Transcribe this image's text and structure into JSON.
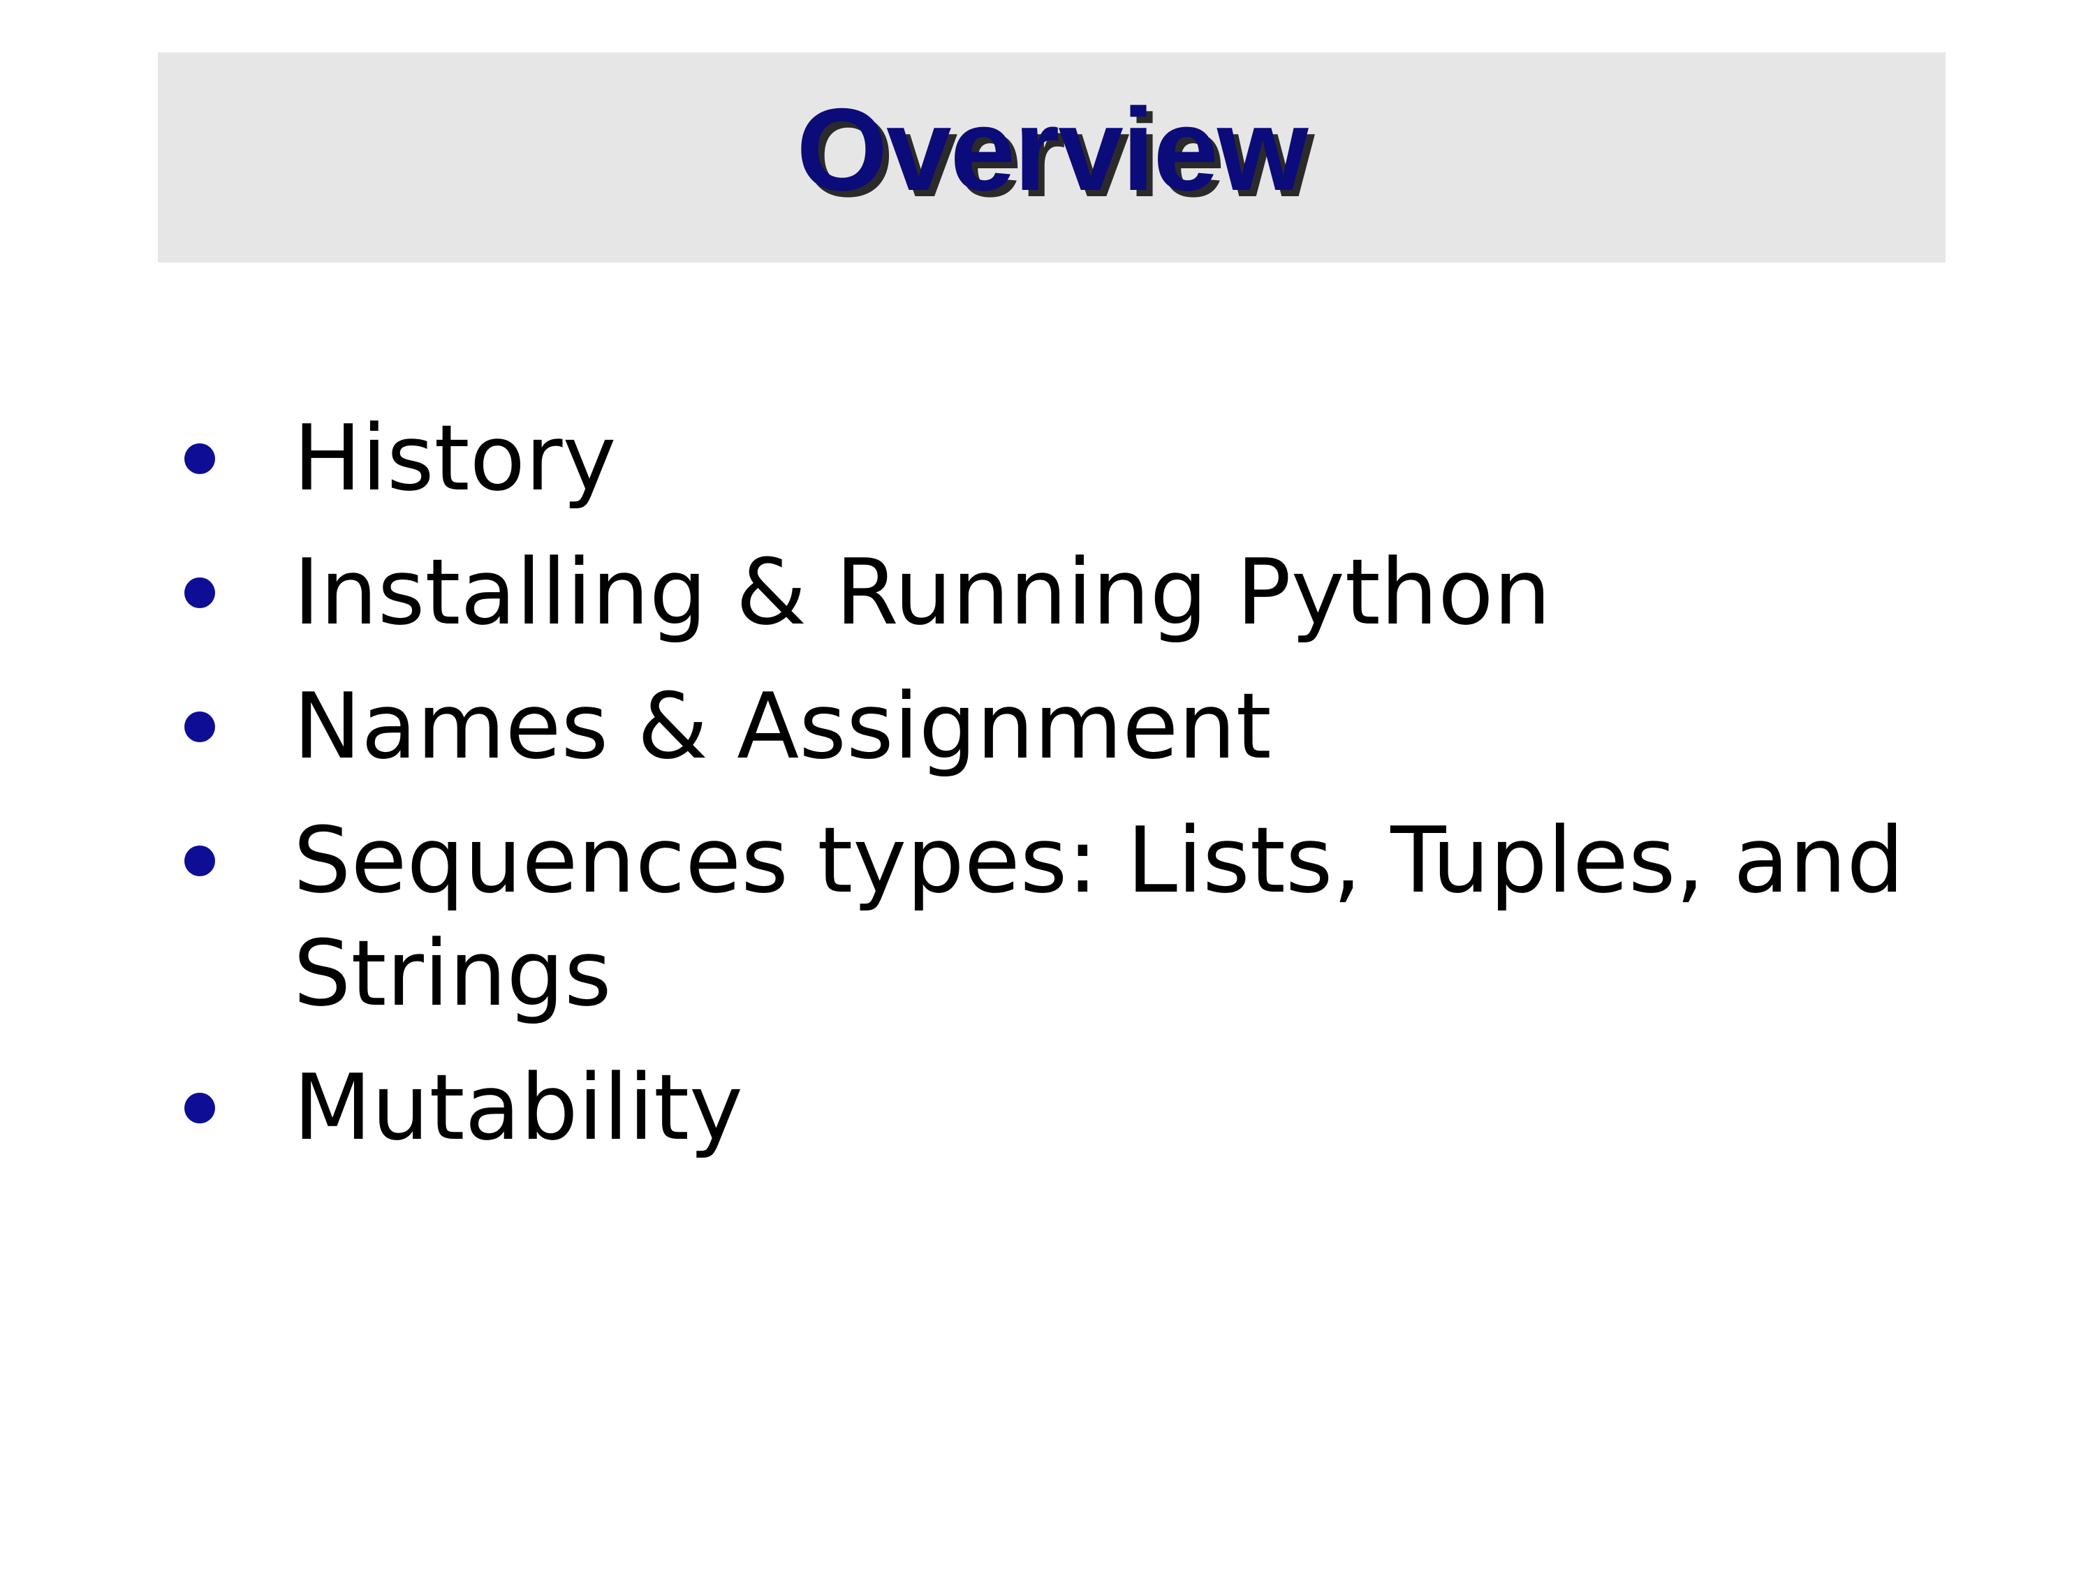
{
  "slide": {
    "title": "Overview",
    "bullets": [
      "History",
      "Installing & Running Python",
      "Names & Assignment",
      "Sequences types: Lists, Tuples, and Strings",
      "Mutability"
    ]
  },
  "colors": {
    "title_text": "#0b0b7a",
    "title_bar_background": "#e6e6e6",
    "bullet_dot": "#0d0d96",
    "body_text": "#000000"
  }
}
